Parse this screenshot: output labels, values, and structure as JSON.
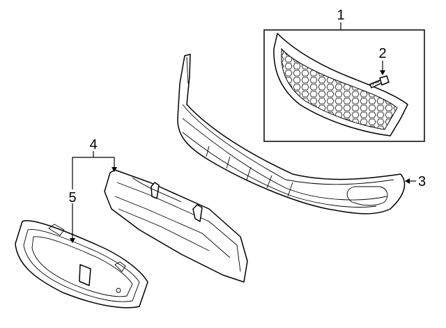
{
  "callouts": [
    "1",
    "2",
    "3",
    "4",
    "5"
  ],
  "colors": {
    "line": "#000000",
    "background": "#ffffff"
  }
}
